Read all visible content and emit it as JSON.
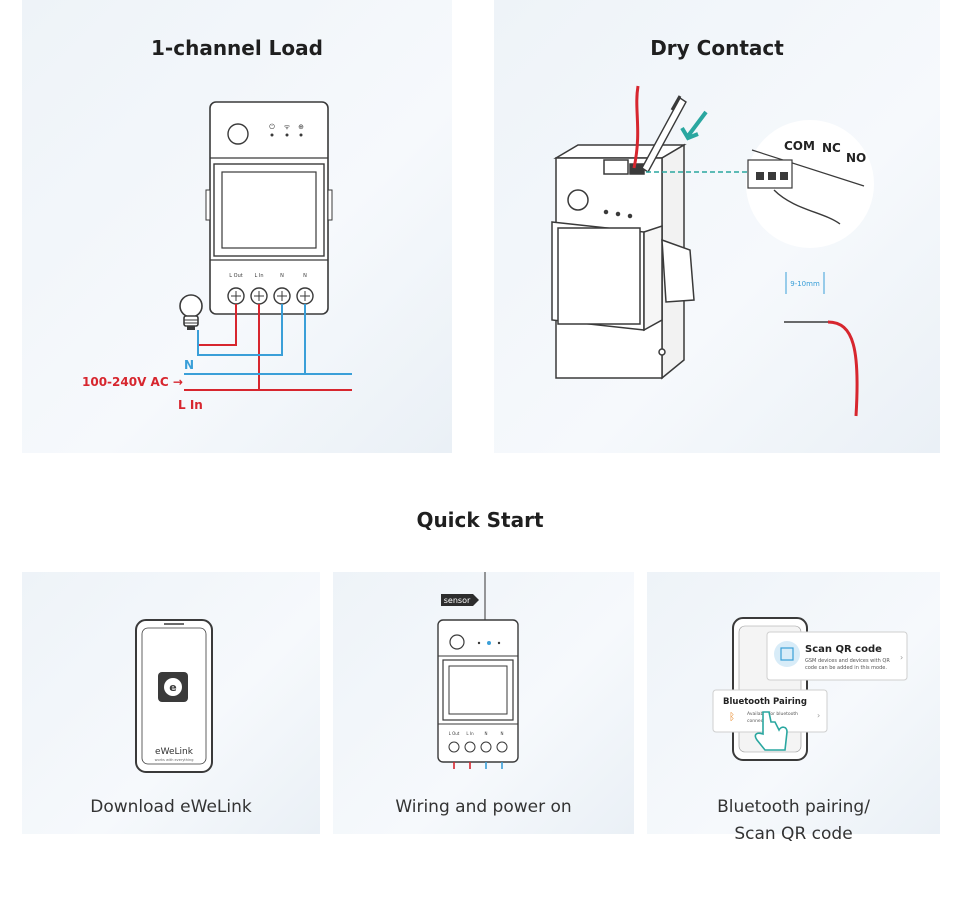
{
  "panels": {
    "load": {
      "title": "1-channel Load",
      "terminal_labels": [
        "L Out",
        "L In",
        "N",
        "N"
      ],
      "wire_labels": {
        "neutral": "N",
        "voltage": "100-240V AC →",
        "live_in": "L In"
      }
    },
    "dry": {
      "title": "Dry Contact",
      "contact_labels": [
        "COM",
        "NC",
        "NO"
      ],
      "strip_length": "9-10mm"
    }
  },
  "quick_start": {
    "title": "Quick Start",
    "steps": [
      {
        "caption": "Download eWeLink",
        "app_name": "eWeLink",
        "app_tagline": "works with everything"
      },
      {
        "caption": "Wiring and power on",
        "sensor_tag": "sensor",
        "terminal_labels": [
          "L Out",
          "L In",
          "N",
          "N"
        ]
      },
      {
        "caption_line1": "Bluetooth pairing/",
        "caption_line2": "Scan QR code",
        "qr_title": "Scan QR code",
        "qr_desc1": "GSM devices and devices with QR",
        "qr_desc2": "code can be added in this mode.",
        "bt_title": "Bluetooth Pairing",
        "bt_desc1": "Available for bluetooth",
        "bt_desc2": "connection."
      }
    ]
  },
  "colors": {
    "live": "#d7262e",
    "neutral": "#3a9fd8",
    "device_outline": "#3a3a3a",
    "panel_bg": "#eef3f8",
    "accent": "#2aa7a0"
  }
}
